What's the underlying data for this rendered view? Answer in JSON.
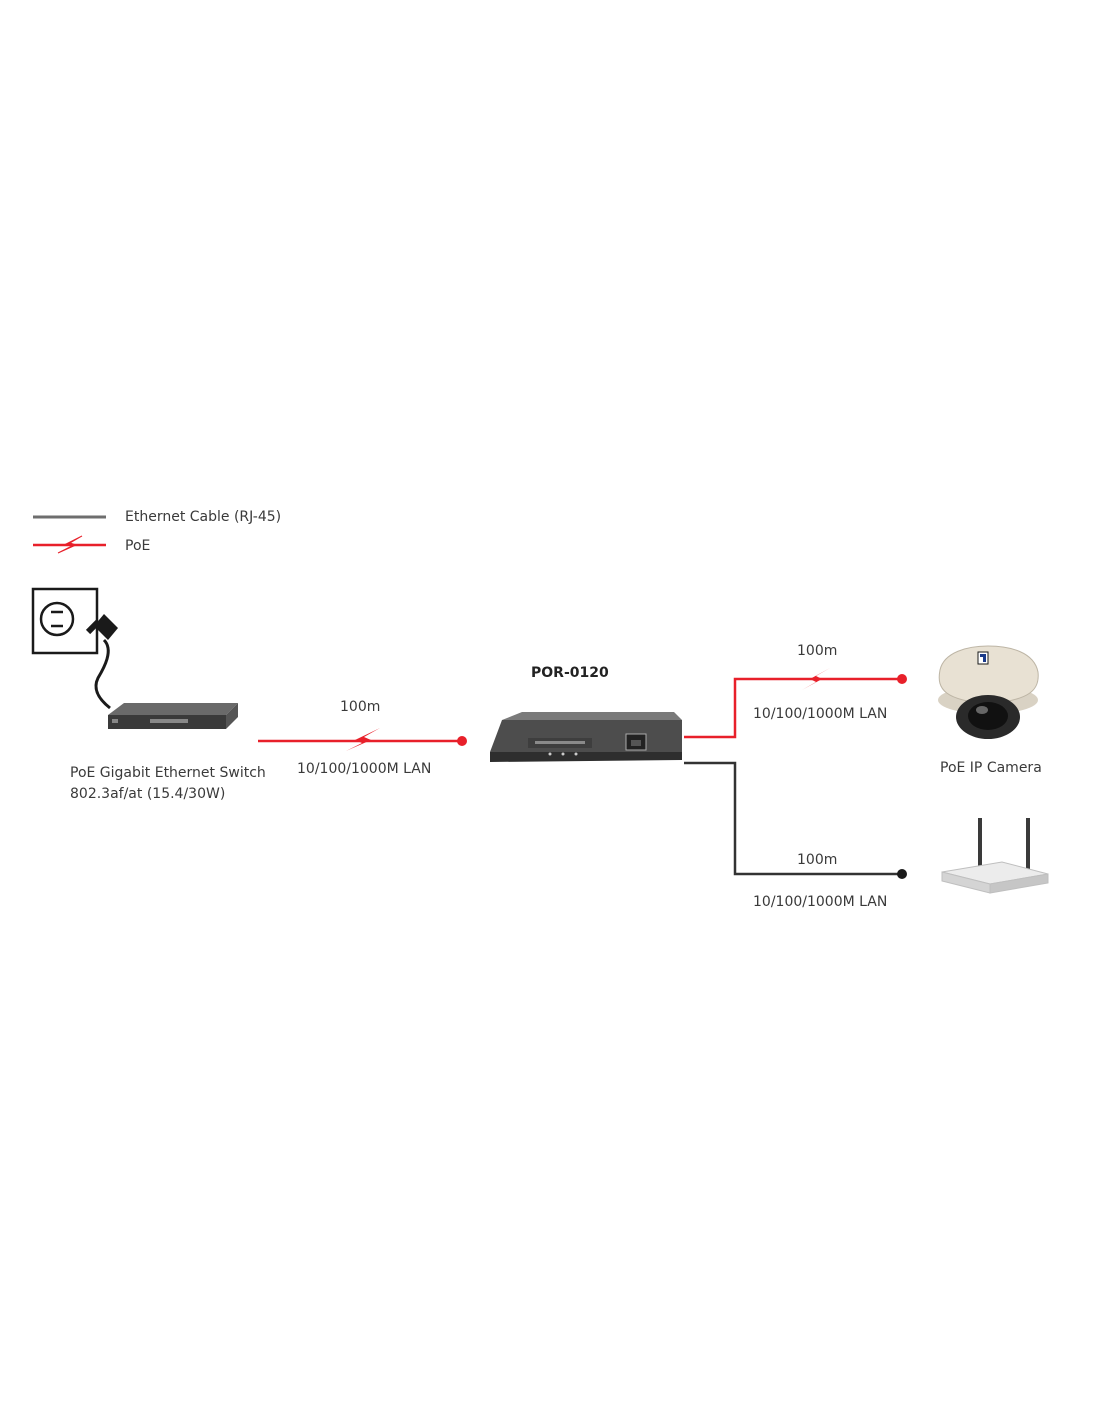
{
  "legend": {
    "ethernet_label": "Ethernet Cable (RJ-45)",
    "poe_label": "PoE"
  },
  "devices": {
    "switch_name": "PoE Gigabit Ethernet Switch",
    "switch_spec": "802.3af/at (15.4/30W)",
    "repeater_model": "POR-0120",
    "camera_name": "PoE IP Camera"
  },
  "links": {
    "switch_to_repeater": {
      "distance": "100m",
      "speed": "10/100/1000M LAN"
    },
    "repeater_to_camera": {
      "distance": "100m",
      "speed": "10/100/1000M LAN"
    },
    "repeater_to_router": {
      "distance": "100m",
      "speed": "10/100/1000M LAN"
    }
  },
  "colors": {
    "poe_line": "#e8202a",
    "ethernet_line": "#333333",
    "legend_ethernet": "#6e6e6e"
  }
}
